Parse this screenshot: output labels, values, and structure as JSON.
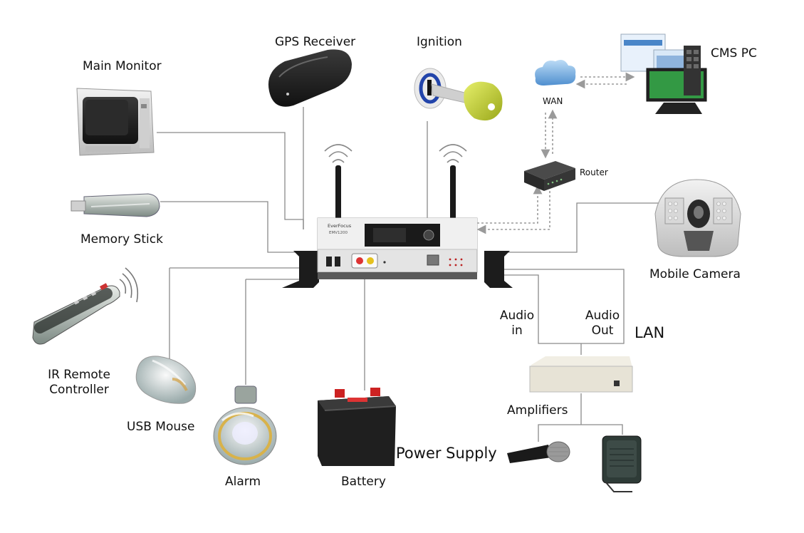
{
  "labels": {
    "main_monitor": "Main Monitor",
    "gps_receiver": "GPS Receiver",
    "ignition": "Ignition",
    "wan": "WAN",
    "cms_pc": "CMS PC",
    "router": "Router",
    "memory_stick": "Memory Stick",
    "mobile_camera": "Mobile Camera",
    "ir_remote_line1": "IR Remote",
    "ir_remote_line2": "Controller",
    "usb_mouse": "USB Mouse",
    "alarm": "Alarm",
    "battery": "Battery",
    "power_supply": "Power Supply",
    "audio_in_line1": "Audio",
    "audio_in_line2": "in",
    "audio_out_line1": "Audio",
    "audio_out_line2": "Out",
    "lan": "LAN",
    "amplifiers": "Amplifiers"
  },
  "device": {
    "brand": "EverFocus",
    "model": "EMV1200"
  },
  "colors": {
    "line": "#8a8a8a",
    "dashed": "#9a9a9a",
    "ignition_key": "#c8d42a",
    "lock_ring": "#2244aa",
    "wan_cloud": "#5b9bd5",
    "device_body": "#e4e4e4"
  }
}
